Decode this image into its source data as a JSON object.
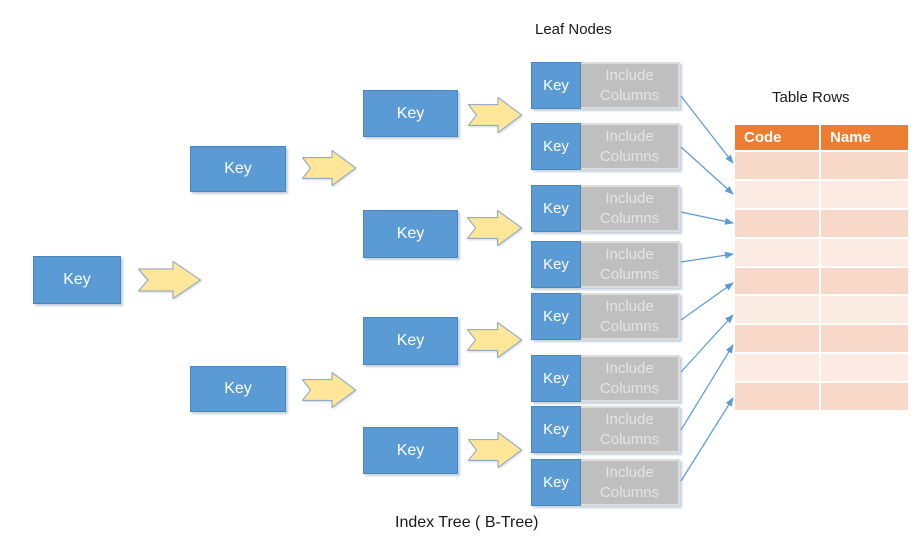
{
  "titles": {
    "leaf_nodes": "Leaf Nodes",
    "table_rows": "Table Rows",
    "index_tree": "Index Tree ( B-Tree)"
  },
  "labels": {
    "key": "Key",
    "include_columns": "Include Columns"
  },
  "table": {
    "columns": [
      "Code",
      "Name"
    ],
    "rows": [
      [
        "",
        ""
      ],
      [
        "",
        ""
      ],
      [
        "",
        ""
      ],
      [
        "",
        ""
      ],
      [
        "",
        ""
      ],
      [
        "",
        ""
      ],
      [
        "",
        ""
      ],
      [
        "",
        ""
      ],
      [
        "",
        ""
      ]
    ]
  },
  "colors": {
    "node_blue": "#5B9BD5",
    "node_border": "#4C86BF",
    "leaf_gray": "#BFBFBF",
    "leaf_gray_border": "#DCDCDC",
    "leaf_text": "#E4E4E4",
    "arrow_fill": "#FFE699",
    "arrow_stroke": "#8CA3BD",
    "connector": "#5B9BD5",
    "header_orange": "#ED7D31",
    "row_dark": "#F7D8C9",
    "row_light": "#FBEBE3",
    "title_text": "#1A1A1A"
  }
}
